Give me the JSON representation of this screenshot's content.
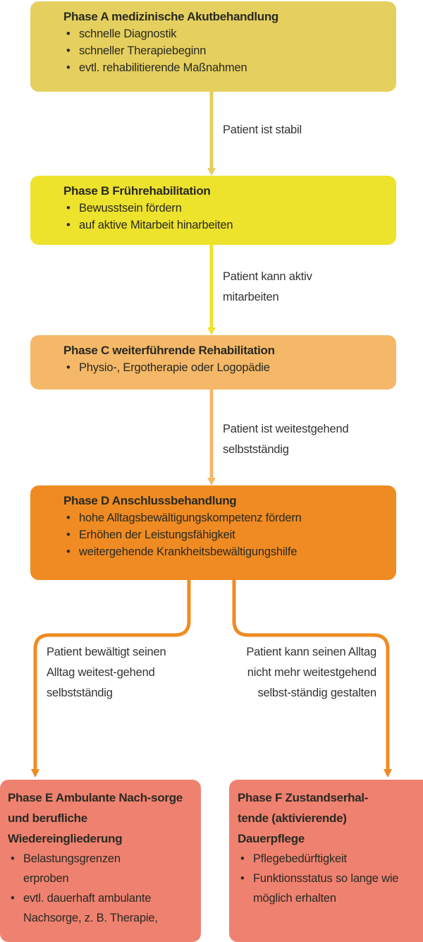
{
  "colors": {
    "phase_a": "#e5cf5e",
    "phase_b": "#ede22c",
    "phase_c": "#f4b868",
    "phase_d": "#ef8b22",
    "phase_ef": "#ef8170"
  },
  "phases": {
    "a": {
      "title": "Phase A medizinische Akutbehandlung",
      "items": [
        "schnelle Diagnostik",
        "schneller Therapiebeginn",
        "evtl. rehabilitierende Maßnahmen"
      ]
    },
    "b": {
      "title": "Phase B Frührehabilitation",
      "items": [
        "Bewusstsein fördern",
        "auf aktive Mitarbeit hinarbeiten"
      ]
    },
    "c": {
      "title": "Phase C weiterführende Rehabilitation",
      "items": [
        "Physio-, Ergotherapie oder Logopädie"
      ]
    },
    "d": {
      "title": "Phase D Anschlussbehandlung",
      "items": [
        "hohe Alltagsbewältigungskompetenz fördern",
        "Erhöhen der Leistungsfähigkeit",
        "weitergehende Krankheitsbewältigungshilfe"
      ]
    },
    "e": {
      "title": "Phase E Ambulante Nach-sorge und berufliche Wiedereingliederung",
      "items": [
        "Belastungsgrenzen erproben",
        "evtl. dauerhaft ambulante Nachsorge, z. B. Therapie,"
      ]
    },
    "f": {
      "title": "Phase F Zustandserhal-tende (aktivierende) Dauerpflege",
      "items": [
        "Pflegebedürftigkeit",
        "Funktionsstatus so lange wie möglich erhalten"
      ]
    }
  },
  "transitions": {
    "a_b": "Patient ist stabil",
    "b_c": "Patient kann aktiv mitarbeiten",
    "c_d": "Patient ist weitestgehend selbstständig",
    "d_e": "Patient bewältigt seinen Alltag weitest-gehend selbstständig",
    "d_f": "Patient kann seinen Alltag nicht mehr weitestgehend selbst-ständig gestalten"
  }
}
